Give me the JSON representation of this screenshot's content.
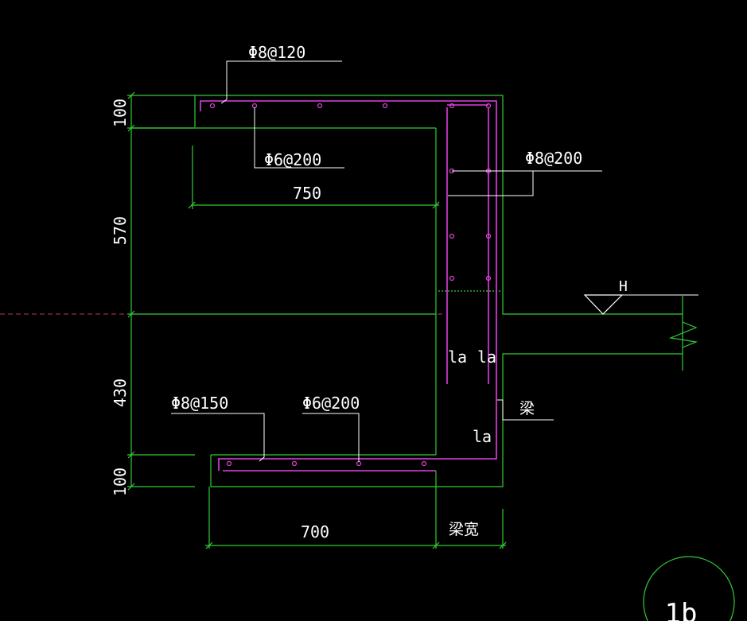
{
  "colors": {
    "background": "#000000",
    "concrete": "#33cc33",
    "rebar": "#e040e0",
    "text": "#ffffff",
    "axis": "#c0307a"
  },
  "labels": {
    "rebar_top_main": "Φ8@120",
    "rebar_top_dist": "Φ6@200",
    "rebar_wall": "Φ8@200",
    "rebar_bottom_main": "Φ8@150",
    "rebar_bottom_dist": "Φ6@200",
    "water_level": "H",
    "anchor_la_1": "la",
    "anchor_la_2": "la",
    "anchor_la_3": "la",
    "beam": "梁",
    "beam_width": "梁宽",
    "section_marker": "1b"
  },
  "dimensions": {
    "top_thickness": "100",
    "upper_height": "570",
    "lower_height": "430",
    "bottom_thickness": "100",
    "top_span": "750",
    "bottom_span": "700"
  }
}
